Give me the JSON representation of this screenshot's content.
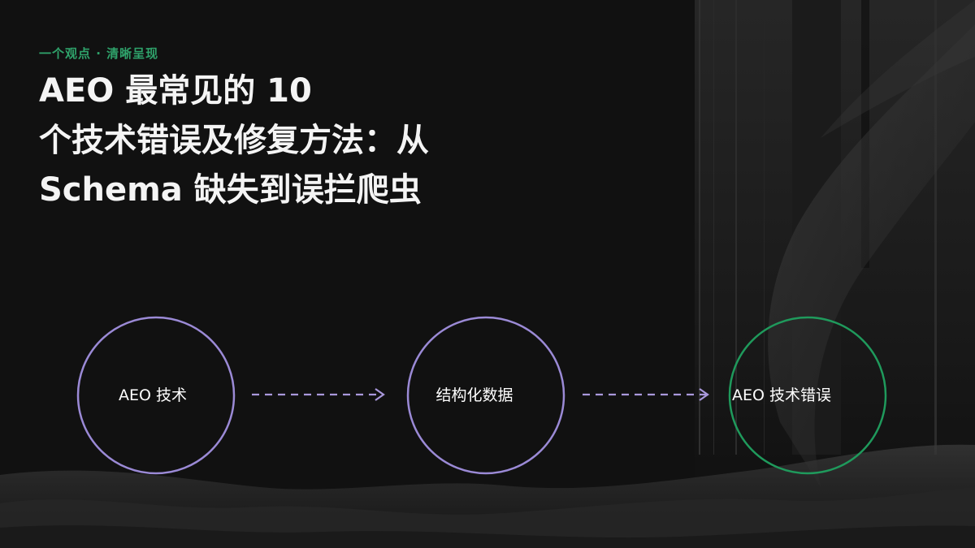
{
  "eyebrow": "一个观点 · 清晰呈现",
  "title": {
    "line1": "AEO 最常见的 10",
    "line2": "个技术错误及修复方法：从",
    "line3": "Schema 缺失到误拦爬虫"
  },
  "flow": {
    "nodes": [
      {
        "label": "AEO 技术",
        "stroke": "#9b8ad6"
      },
      {
        "label": "结构化数据",
        "stroke": "#9b8ad6"
      },
      {
        "label": "AEO 技术错误",
        "stroke": "#1f9a5c"
      }
    ],
    "arrow_color": "#a998dc"
  },
  "colors": {
    "background": "#111111",
    "accent_green": "#2fa36b",
    "title_text": "#f4f4f4"
  }
}
